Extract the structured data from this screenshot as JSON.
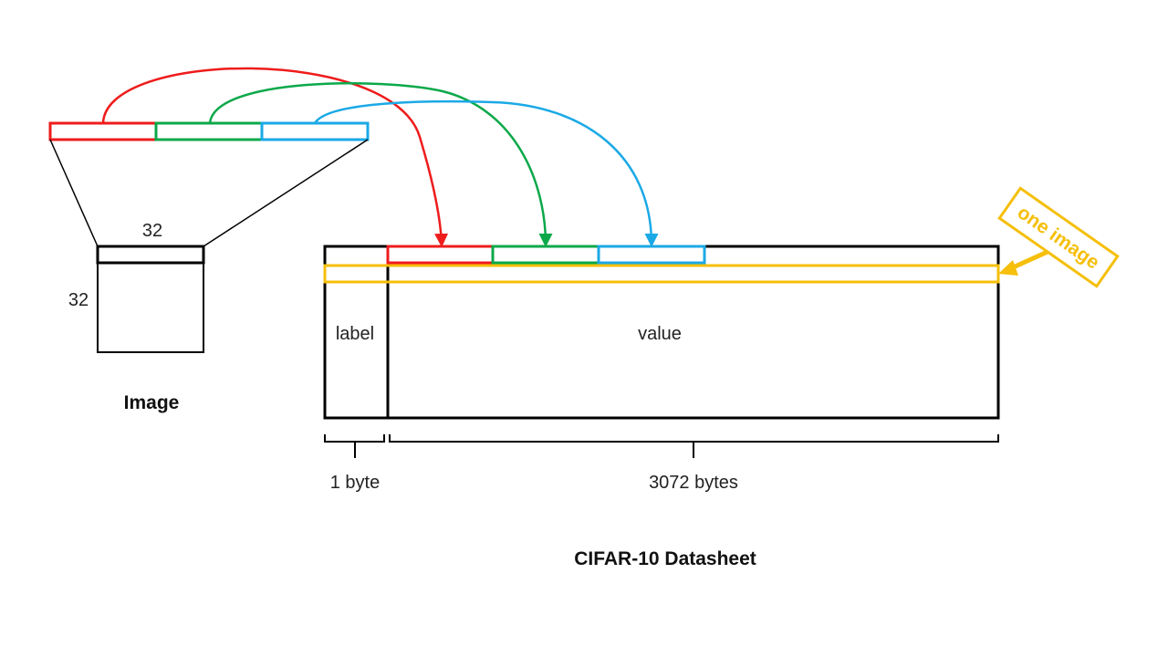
{
  "colors": {
    "red": "#ee1c1c",
    "green": "#0ba84a",
    "blue": "#1ba9e6",
    "yellow": "#f5bf0a",
    "outline": "#000000",
    "text": "#222222"
  },
  "image": {
    "title": "Image",
    "width_label": "32",
    "height_label": "32"
  },
  "datasheet": {
    "title": "CIFAR-10 Datasheet",
    "label_column": "label",
    "value_column": "value",
    "label_size": "1 byte",
    "value_size": "3072 bytes"
  },
  "callout": {
    "text": "one image"
  },
  "channels": [
    {
      "name": "red-channel",
      "color": "#ee1c1c"
    },
    {
      "name": "green-channel",
      "color": "#0ba84a"
    },
    {
      "name": "blue-channel",
      "color": "#1ba9e6"
    }
  ]
}
